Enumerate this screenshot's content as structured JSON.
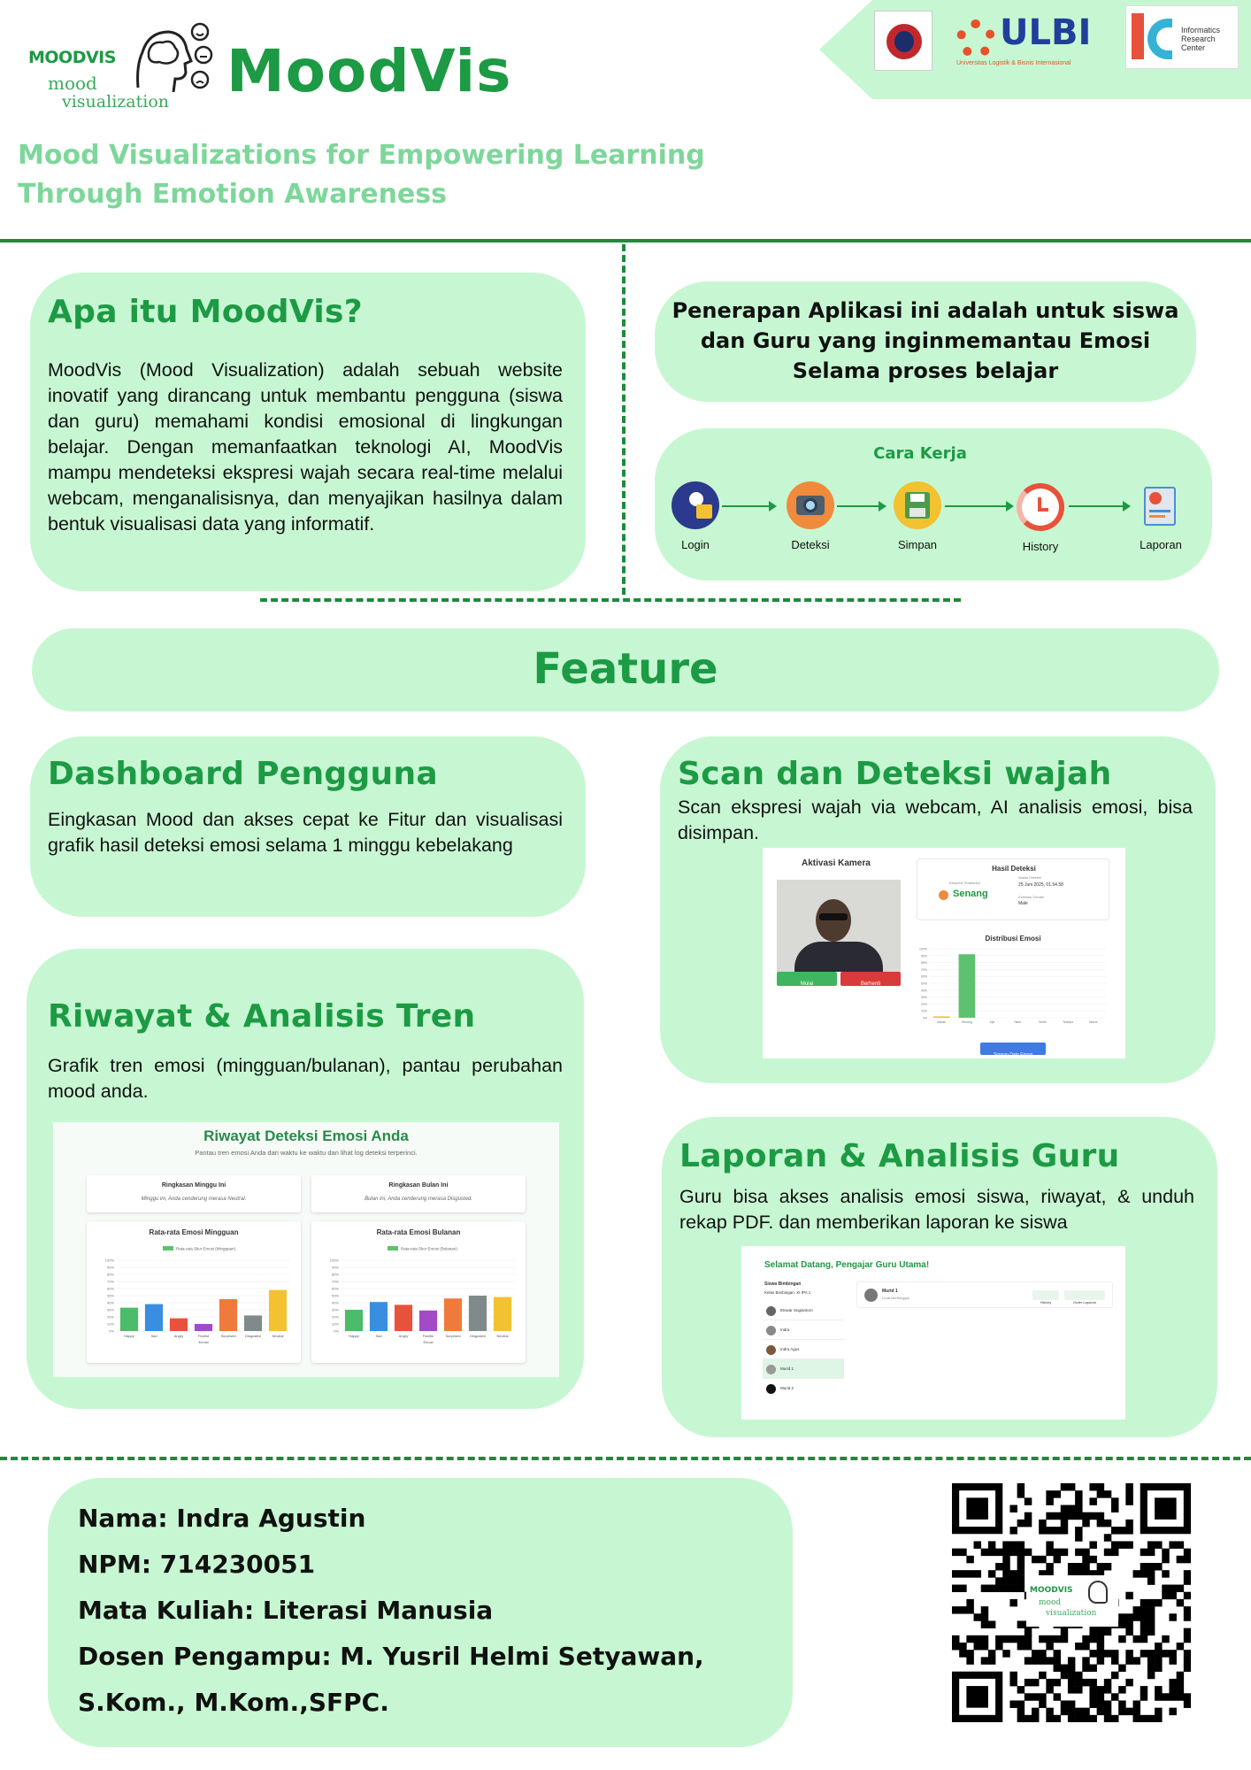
{
  "header": {
    "logo_top": "MOODVIS",
    "logo_mood": "mood",
    "logo_vis": "visualization",
    "title": "MoodVis",
    "subtitle_line1": "Mood Visualizations for Empowering Learning",
    "subtitle_line2": "Through Emotion Awareness",
    "partner_ulbi": "ULBI",
    "partner_ulbi_sub": "Universitas Logistik & Bisnis Internasional",
    "partner_irc": "Informatics Research Center"
  },
  "about": {
    "title": "Apa itu MoodVis?",
    "text": "MoodVis (Mood Visualization) adalah sebuah website inovatif yang dirancang untuk membantu pengguna (siswa dan guru) memahami kondisi emosional di lingkungan belajar. Dengan memanfaatkan teknologi AI, MoodVis mampu mendeteksi ekspresi wajah secara real-time melalui webcam, menganalisisnya, dan menyajikan hasilnya dalam bentuk visualisasi data yang informatif."
  },
  "application": {
    "text": "Penerapan Aplikasi ini adalah untuk siswa dan Guru yang inginmemantau Emosi Selama proses belajar"
  },
  "workflow": {
    "title": "Cara Kerja",
    "steps": [
      {
        "label": "Login",
        "icon": "lock-user-icon",
        "color": "#2b3a8c"
      },
      {
        "label": "Deteksi",
        "icon": "camera-icon",
        "color": "#f08a3c"
      },
      {
        "label": "Simpan",
        "icon": "floppy-disk-icon",
        "color": "#f2c230"
      },
      {
        "label": "History",
        "icon": "history-clock-icon",
        "color": "#e8513a"
      },
      {
        "label": "Laporan",
        "icon": "report-icon",
        "color": "#4a8fd6"
      }
    ]
  },
  "feature_banner": "Feature",
  "dashboard": {
    "title": "Dashboard Pengguna",
    "text": "Eingkasan Mood dan akses cepat ke Fitur dan visualisasi grafik hasil deteksi emosi selama 1 minggu kebelakang"
  },
  "scan": {
    "title": "Scan dan Deteksi wajah",
    "text": "Scan ekspresi wajah via webcam, AI analisis emosi, bisa disimpan.",
    "shot": {
      "camera_title": "Aktivasi Kamera",
      "result_title": "Hasil Deteksi",
      "emotion_label": "Ekspresi Terdeteksi",
      "emotion": "Senang",
      "time_label": "Waktu Deteksi",
      "time": "25 Juni 2025, 01.54.58",
      "gender_label": "Estimasi Gender",
      "gender": "Male",
      "dist_title": "Distribusi Emosi",
      "start_btn": "Mulai",
      "stop_btn": "Berhenti",
      "save_btn": "Simpan Data Emosi"
    },
    "chart_data": {
      "type": "bar",
      "categories": [
        "Marah",
        "Senang",
        "Jijik",
        "Takut",
        "Sedih",
        "Terkejut",
        "Netral"
      ],
      "values": [
        2,
        92,
        0,
        0,
        0,
        0,
        0
      ],
      "ylim": [
        0,
        100
      ]
    }
  },
  "history": {
    "title": "Riwayat & Analisis Tren",
    "text": "Grafik tren emosi (mingguan/bulanan), pantau perubahan mood anda.",
    "shot": {
      "title": "Riwayat Deteksi Emosi Anda",
      "subtitle": "Pantau tren emosi Anda dari waktu ke waktu dan lihat log deteksi terperinci.",
      "weekly_summary_title": "Ringkasan Minggu Ini",
      "weekly_summary_text": "Minggu ini, Anda cenderung merasa Neutral.",
      "monthly_summary_title": "Ringkasan Bulan Ini",
      "monthly_summary_text": "Bulan ini, Anda cenderung merasa Disgusted.",
      "weekly_chart_head": "Rata-rata Emosi Mingguan",
      "monthly_chart_head": "Rata-rata Emosi Bulanan"
    },
    "chart_data": [
      {
        "type": "bar",
        "title": "Rata-rata Emosi Mingguan",
        "series": [
          {
            "name": "Rata-rata Skor Emosi (Mingguan)",
            "values": [
              33,
              38,
              18,
              10,
              45,
              22,
              58
            ]
          }
        ],
        "categories": [
          "Happy",
          "Sad",
          "Angry",
          "Fearful",
          "Surprised",
          "Disgusted",
          "Neutral"
        ],
        "xlabel": "Emosi",
        "ylim": [
          0,
          100
        ]
      },
      {
        "type": "bar",
        "title": "Rata-rata Emosi Bulanan",
        "series": [
          {
            "name": "Rata-rata Skor Emosi (Bulanan)",
            "values": [
              30,
              41,
              37,
              29,
              46,
              50,
              48
            ]
          }
        ],
        "categories": [
          "Happy",
          "Sad",
          "Angry",
          "Fearful",
          "Surprised",
          "Disgusted",
          "Neutral"
        ],
        "xlabel": "Emosi",
        "ylim": [
          0,
          100
        ]
      }
    ]
  },
  "teacher": {
    "title": "Laporan & Analisis Guru",
    "text": "Guru bisa akses analisis emosi siswa, riwayat, & unduh rekap PDF. dan memberikan laporan ke siswa",
    "shot": {
      "welcome": "Selamat Datang, Pengajar Guru Utama!",
      "sidebar_title": "Siswa Bimbingan",
      "class_label": "Kelas Bimbingan: XI IPA 1",
      "students": [
        "Etswar Sugiantoro",
        "Indra",
        "Indra Agus",
        "Murid 1",
        "Murid 2"
      ],
      "selected_name": "Murid 1",
      "selected_sub": "L/Laki-laki/Hanggup",
      "history_btn": "History",
      "report_btn": "Order Laporan"
    }
  },
  "author": {
    "name": "Nama: Indra Agustin",
    "npm": "NPM: 714230051",
    "course": "Mata Kuliah: Literasi Manusia",
    "lecturer_line1": "Dosen Pengampu: M. Yusril Helmi Setyawan,",
    "lecturer_line2": "S.Kom., M.Kom.,SFPC."
  },
  "qr": {
    "logo_top": "MOODVIS",
    "logo_mood": "mood",
    "logo_vis": "visualization"
  },
  "colors": {
    "primary_green": "#1d9a44",
    "light_green": "#c7f7d2",
    "subtitle_green": "#7ed79a"
  }
}
